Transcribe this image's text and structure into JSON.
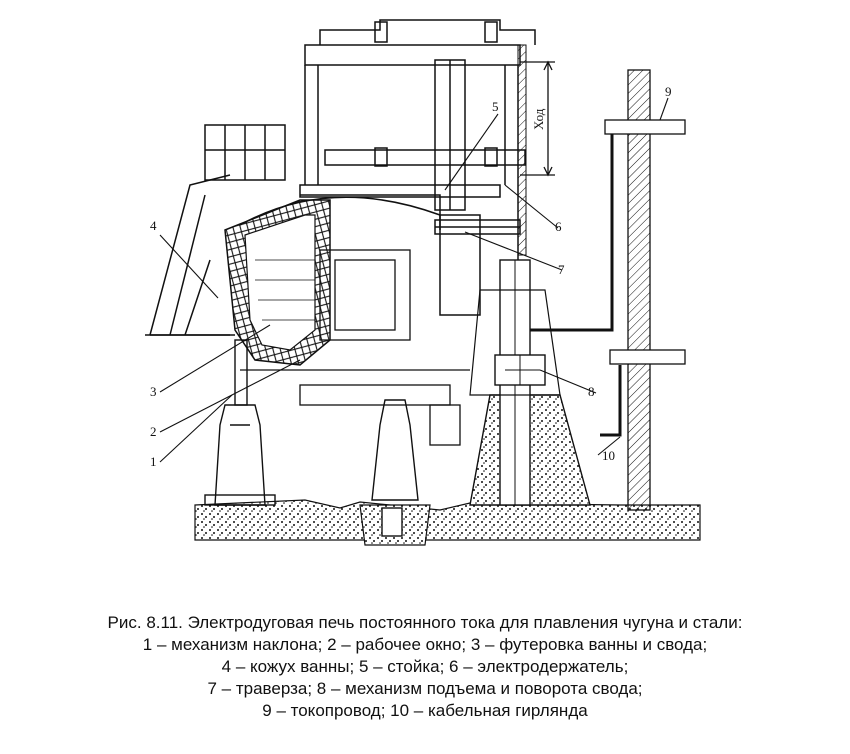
{
  "figure": {
    "callouts": {
      "n1": "1",
      "n2": "2",
      "n3": "3",
      "n4": "4",
      "n5": "5",
      "n6": "6",
      "n7": "7",
      "n8": "8",
      "n9": "9",
      "n10": "10"
    },
    "stroke_label": "Ход"
  },
  "caption": {
    "title": "Рис. 8.11. Электродуговая печь постоянного тока для плавления чугуна и стали:",
    "line1": "1 – механизм наклона; 2 – рабочее окно; 3 – футеровка ванны и свода;",
    "line2": "4 – кожух ванны; 5 – стойка; 6 – электродержатель;",
    "line3": "7 – траверза; 8 – механизм подъема и поворота свода;",
    "line4": "9 – токопровод; 10 – кабельная гирлянда"
  },
  "colors": {
    "ink": "#111111",
    "background": "#ffffff"
  }
}
